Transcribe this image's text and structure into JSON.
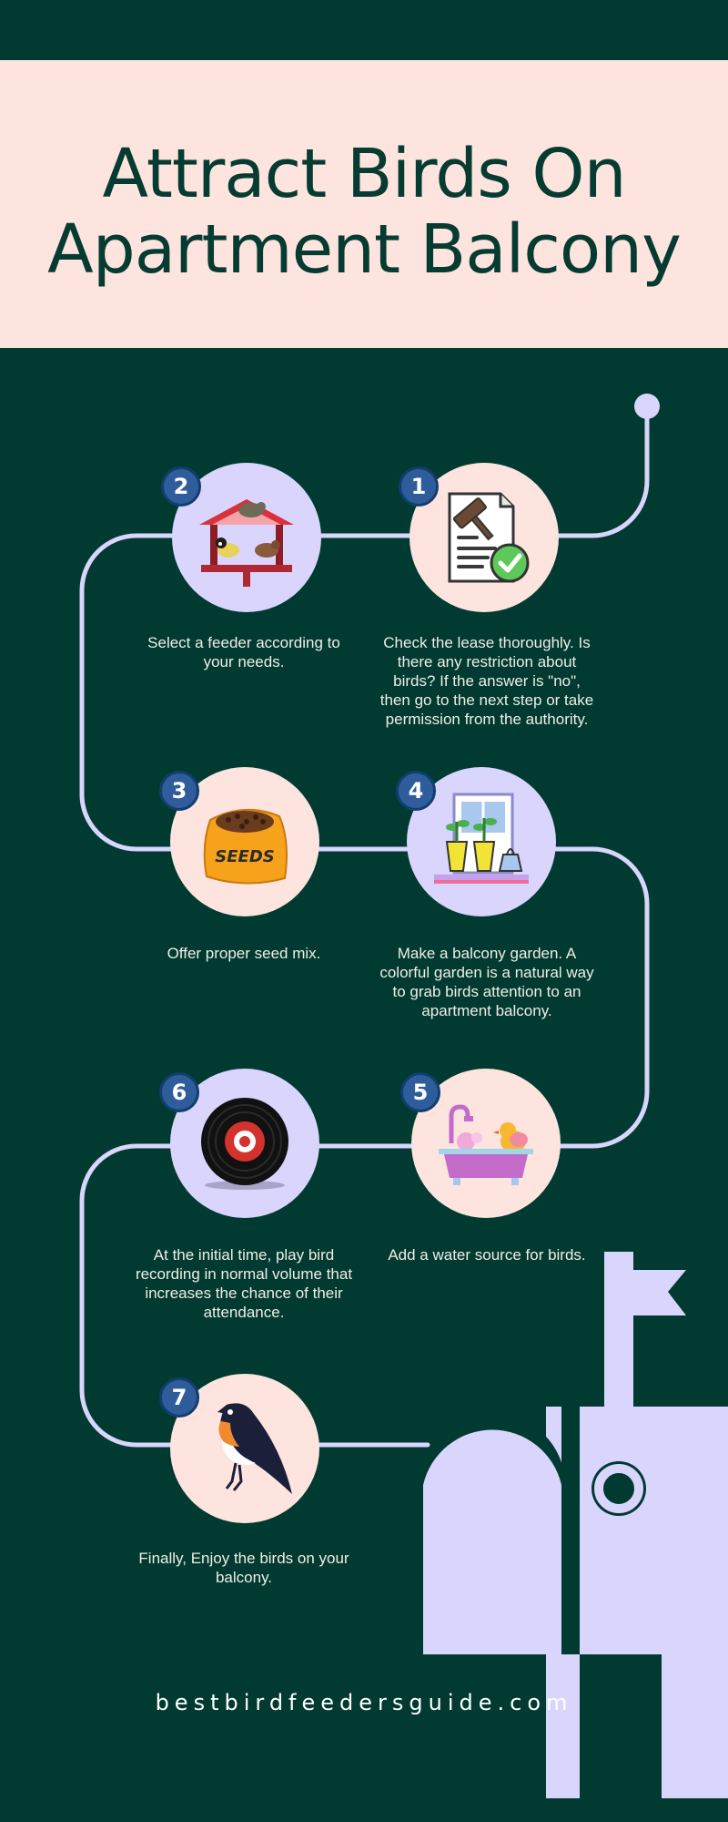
{
  "header": {
    "title_line1": "Attract Birds On",
    "title_line2": "Apartment Balcony"
  },
  "steps": [
    {
      "number": "1",
      "icon": "lease-document-icon",
      "text": "Check the lease thoroughly. Is there any restriction about birds? If the answer is \"no\", then go to the next step or take permission from the authority."
    },
    {
      "number": "2",
      "icon": "bird-feeder-icon",
      "text": "Select a feeder according to your needs."
    },
    {
      "number": "3",
      "icon": "seed-bag-icon",
      "seed_label": "SEEDS",
      "text": "Offer proper seed mix."
    },
    {
      "number": "4",
      "icon": "balcony-garden-icon",
      "text": "Make a balcony garden. A colorful garden is a natural way to grab birds attention to an apartment balcony."
    },
    {
      "number": "5",
      "icon": "bird-bath-icon",
      "text": "Add a water source for birds."
    },
    {
      "number": "6",
      "icon": "vinyl-record-icon",
      "text": "At the initial time, play bird recording in normal volume that increases the chance of their attendance."
    },
    {
      "number": "7",
      "icon": "bird-icon",
      "text": "Finally, Enjoy the birds on your balcony."
    }
  ],
  "footer": {
    "website": "bestbirdfeedersguide.com"
  },
  "colors": {
    "background": "#003a31",
    "header_band": "#fde4df",
    "title": "#063b32",
    "path": "#dad5fd",
    "badge": "#2f5d9c"
  }
}
